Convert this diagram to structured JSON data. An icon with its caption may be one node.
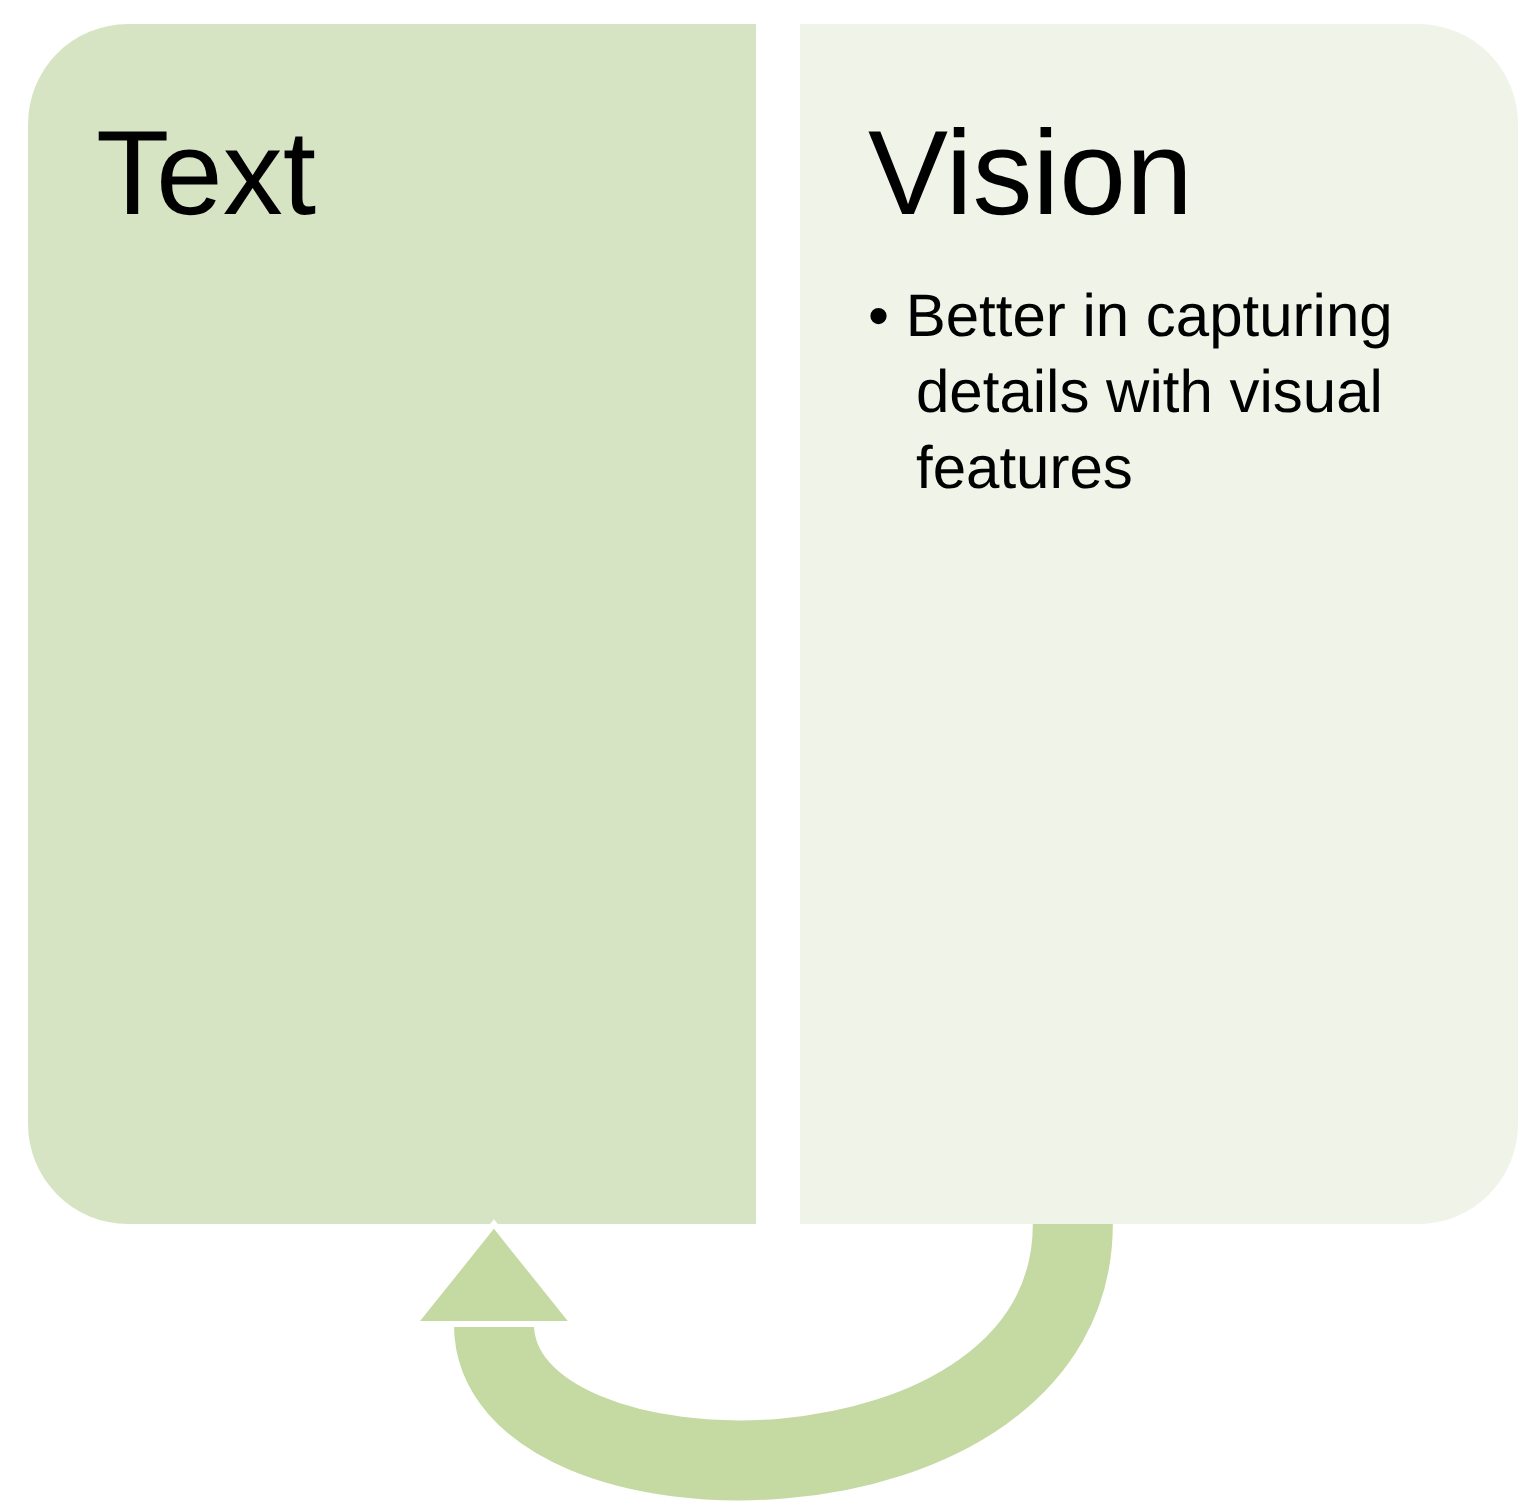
{
  "diagram": {
    "nodes": [
      {
        "text": [
          "Text"
        ]
      },
      {
        "text": [
          "Vision",
          "• Better in capturing details with visual features"
        ]
      }
    ],
    "edges": [
      {
        "from": 1,
        "to": 0,
        "arrow": "to"
      }
    ]
  }
}
